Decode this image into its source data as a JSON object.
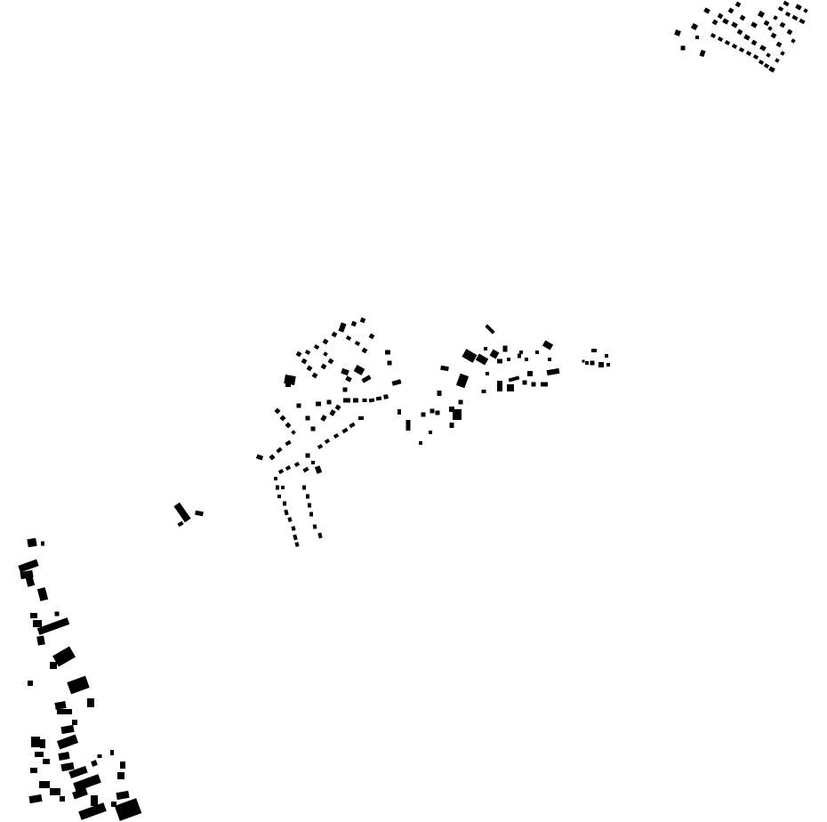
{
  "map": {
    "style": "figure-ground building footprints",
    "background_color": "#ffffff",
    "building_color": "#000000",
    "clusters": [
      "north-east-settlement",
      "central-settlement",
      "isolated-buildings",
      "south-west-town"
    ]
  }
}
